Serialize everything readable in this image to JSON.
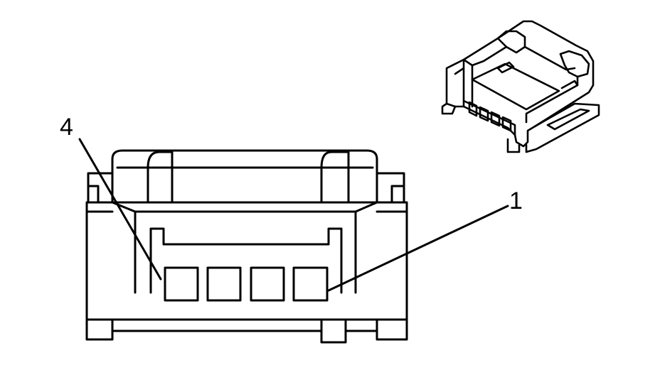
{
  "diagram": {
    "callouts": {
      "pin_4": "4",
      "pin_1": "1"
    },
    "front_view": {
      "cavity_count": 4
    },
    "colors": {
      "stroke": "#000000",
      "fill": "#ffffff",
      "background": "#ffffff"
    }
  }
}
